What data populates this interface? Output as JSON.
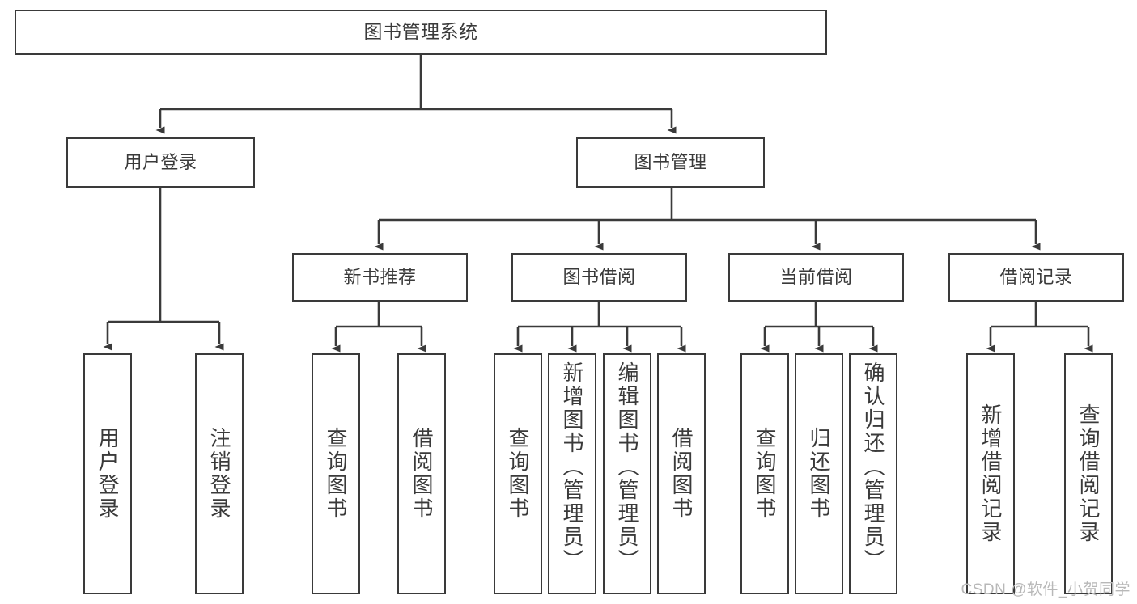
{
  "diagram": {
    "title": "图书管理系统",
    "watermark": "CSDN @软件_小贺同学",
    "colors": {
      "border": "#3a3a3a",
      "text": "#3a3a3a",
      "background": "#ffffff",
      "watermark": "#b8b8b8"
    },
    "root": {
      "label": "图书管理系统"
    },
    "level2": [
      {
        "label": "用户登录"
      },
      {
        "label": "图书管理"
      }
    ],
    "level3": [
      {
        "label": "新书推荐"
      },
      {
        "label": "图书借阅"
      },
      {
        "label": "当前借阅"
      },
      {
        "label": "借阅记录"
      }
    ],
    "leaves": {
      "user_login": [
        {
          "label": "用户登录"
        },
        {
          "label": "注销登录"
        }
      ],
      "new_book_recommend": [
        {
          "label": "查询图书"
        },
        {
          "label": "借阅图书"
        }
      ],
      "book_borrow": [
        {
          "label": "查询图书"
        },
        {
          "label": "新增图书（管理员）"
        },
        {
          "label": "编辑图书（管理员）"
        },
        {
          "label": "借阅图书"
        }
      ],
      "current_borrow": [
        {
          "label": "查询图书"
        },
        {
          "label": "归还图书"
        },
        {
          "label": "确认归还（管理员）"
        }
      ],
      "borrow_record": [
        {
          "label": "新增借阅记录"
        },
        {
          "label": "查询借阅记录"
        }
      ]
    }
  }
}
